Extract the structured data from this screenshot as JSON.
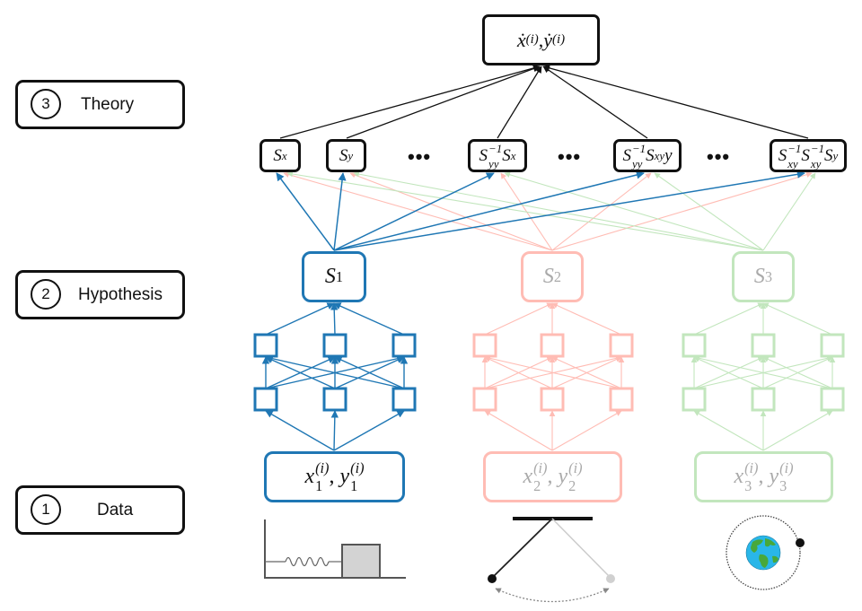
{
  "stages": [
    {
      "number": "3",
      "label": "Theory"
    },
    {
      "number": "2",
      "label": "Hypothesis"
    },
    {
      "number": "1",
      "label": "Data"
    }
  ],
  "output_node": {
    "x_dot": "ẋ",
    "y_dot": "ẏ",
    "superscript": "(i)",
    "separator": ", "
  },
  "theory_nodes": [
    {
      "id": "Sx",
      "base": "S",
      "sub": "x"
    },
    {
      "id": "Sy",
      "base": "S",
      "sub": "y"
    },
    {
      "id": "Syy_inv_Sx",
      "parts": [
        {
          "base": "S",
          "sub": "yy",
          "sup": "−1"
        },
        {
          "base": "S",
          "sub": "x"
        }
      ]
    },
    {
      "id": "Syy_inv_Sxy_y",
      "parts": [
        {
          "base": "S",
          "sub": "yy",
          "sup": "−1"
        },
        {
          "base": "S",
          "sub": "xy"
        }
      ],
      "tail": "y"
    },
    {
      "id": "Sxy_inv_Sxy_inv_Sy",
      "parts": [
        {
          "base": "S",
          "sub": "xy",
          "sup": "−1"
        },
        {
          "base": "S",
          "sub": "xy",
          "sup": "−1"
        },
        {
          "base": "S",
          "sub": "y"
        }
      ]
    }
  ],
  "ellipsis": "•••",
  "hypotheses": [
    {
      "label_base": "S",
      "label_sub": "1",
      "color": "#1f77b4",
      "text_color": "#111111",
      "active": true
    },
    {
      "label_base": "S",
      "label_sub": "2",
      "color": "#ffbcb4",
      "text_color": "#aaaaaa",
      "active": false
    },
    {
      "label_base": "S",
      "label_sub": "3",
      "color": "#c2e6bd",
      "text_color": "#aaaaaa",
      "active": false
    }
  ],
  "data_nodes": [
    {
      "x": "x",
      "y": "y",
      "index": "1",
      "superscript": "(i)"
    },
    {
      "x": "x",
      "y": "y",
      "index": "2",
      "superscript": "(i)"
    },
    {
      "x": "x",
      "y": "y",
      "index": "3",
      "superscript": "(i)"
    }
  ],
  "illustrations": [
    {
      "name": "spring-mass-system"
    },
    {
      "name": "pendulum"
    },
    {
      "name": "earth-orbit"
    }
  ],
  "colors": {
    "theory": "#111111",
    "blue": "#1f77b4",
    "red": "#ffbcb4",
    "green": "#c2e6bd"
  }
}
